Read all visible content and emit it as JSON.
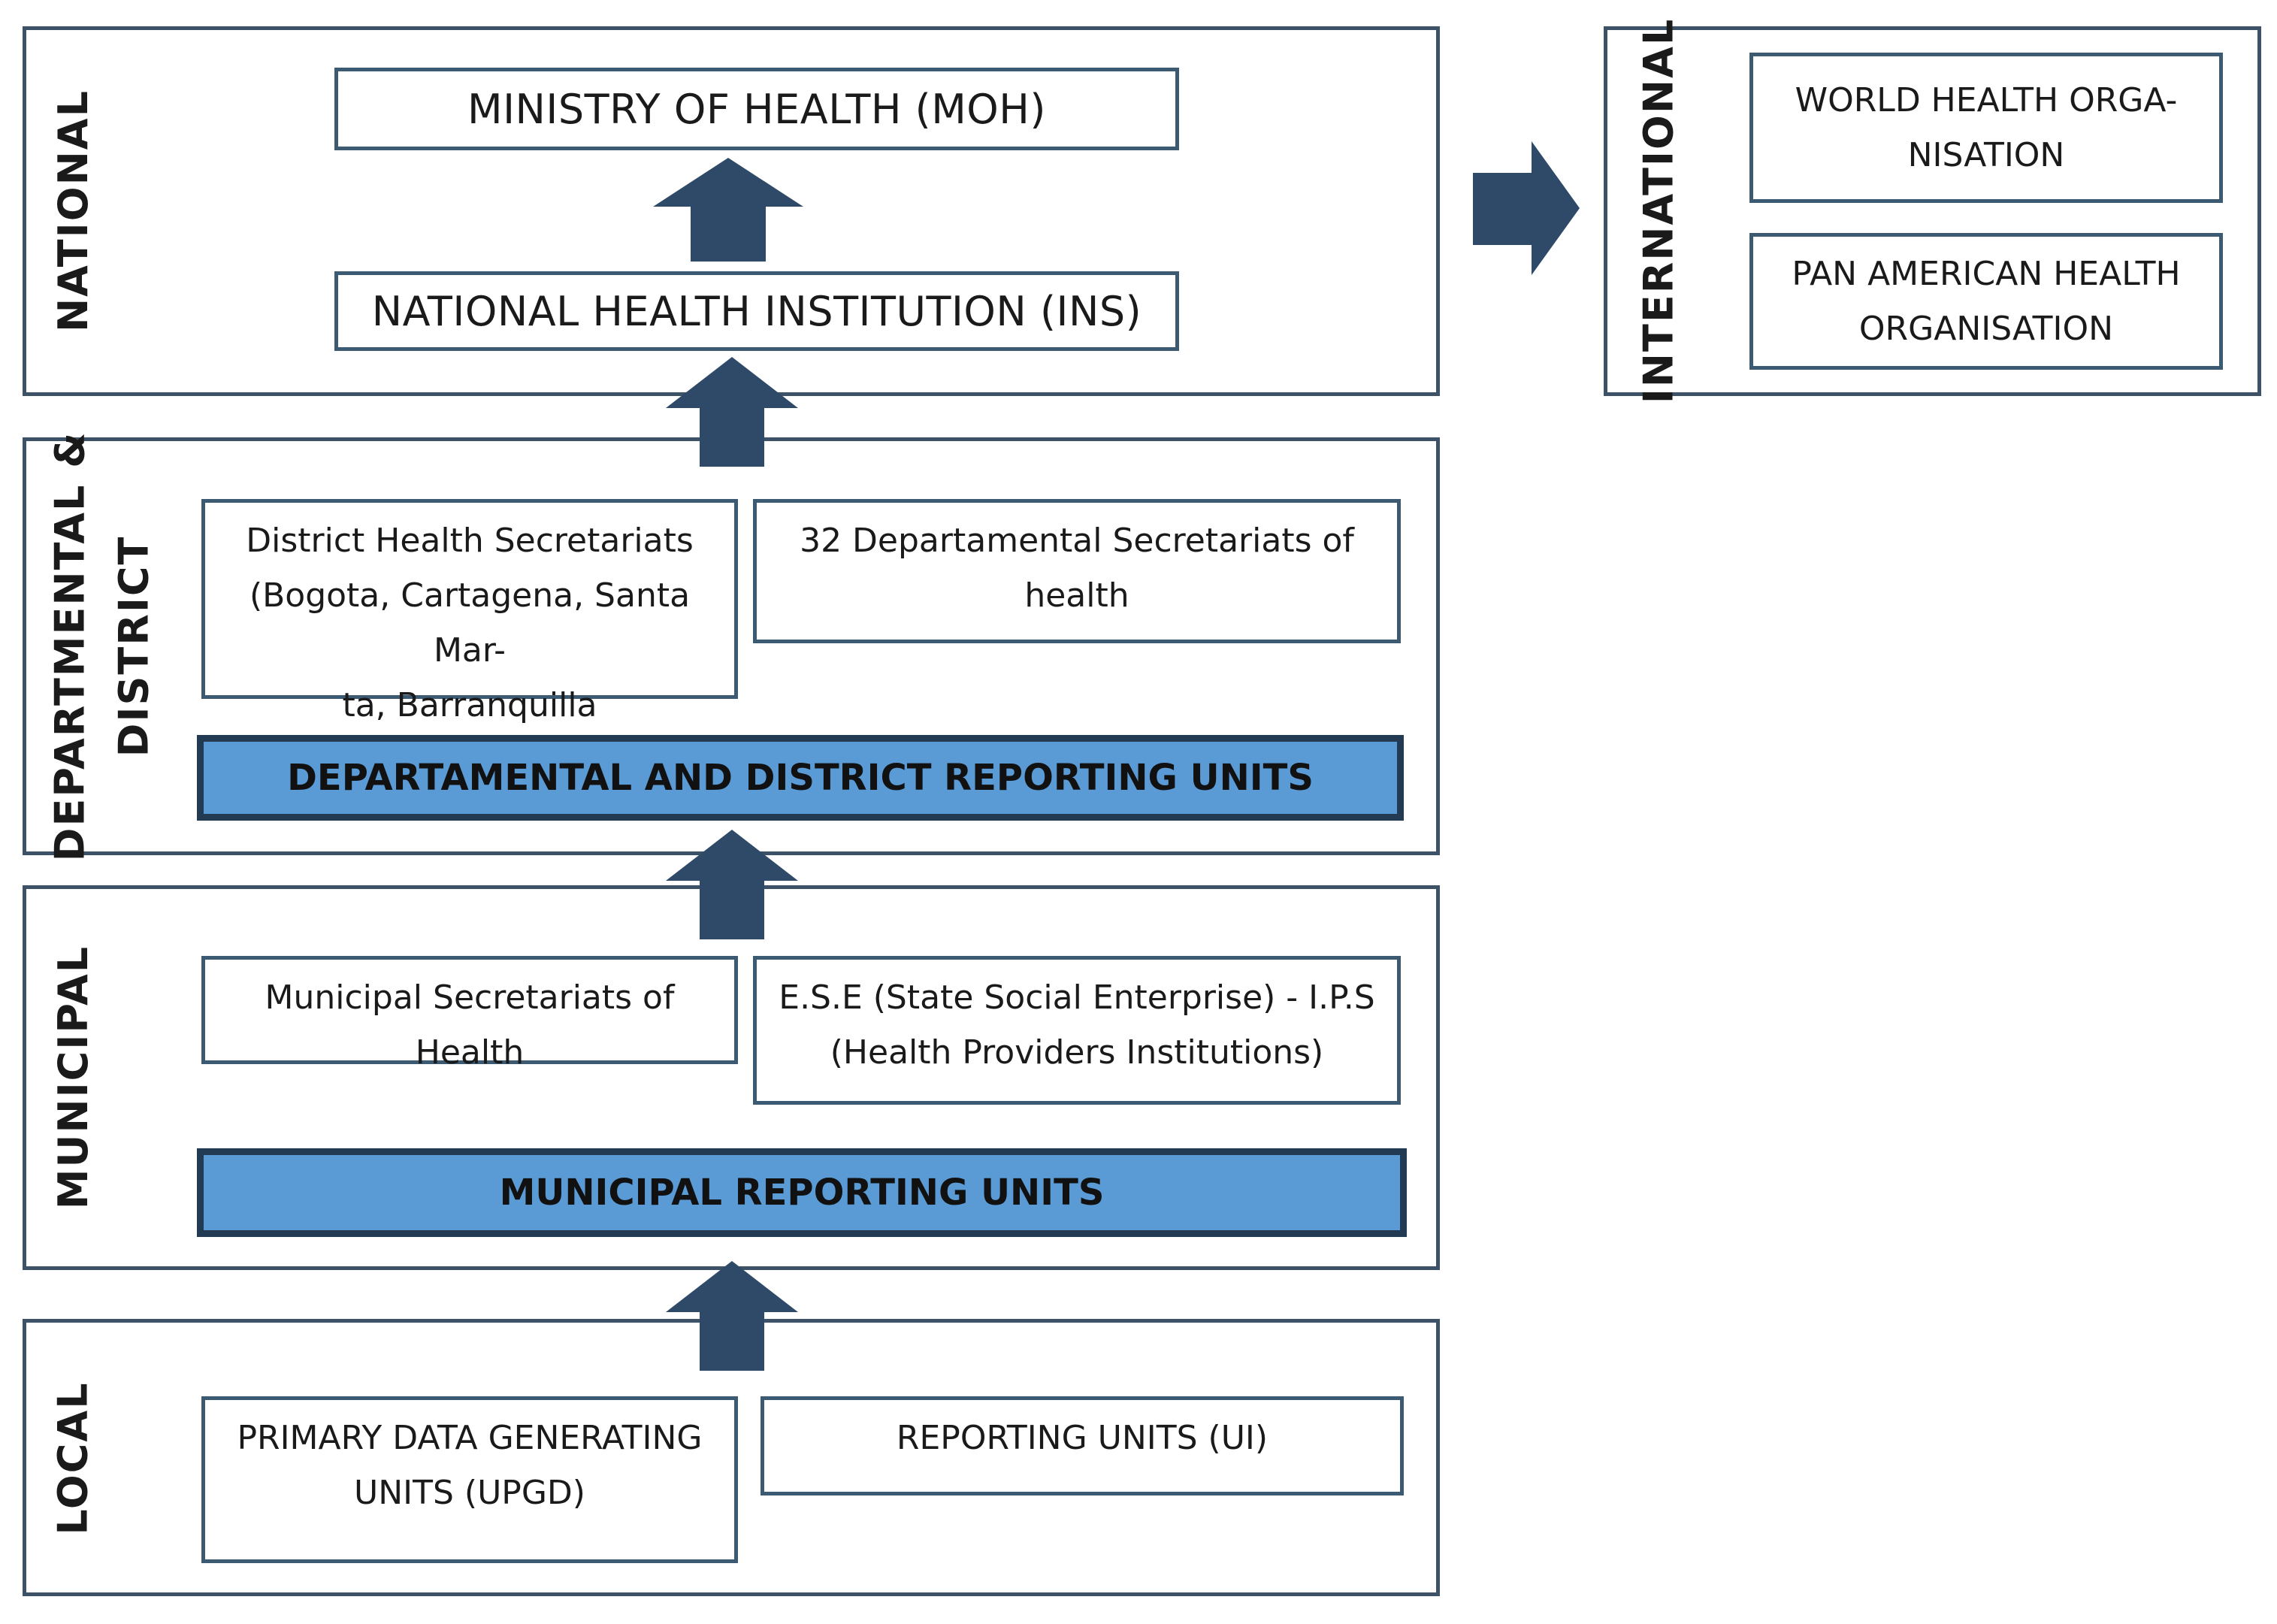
{
  "national": {
    "label": "NATIONAL",
    "moh": "MINISTRY OF HEALTH (MOH)",
    "ins": "NATIONAL HEALTH INSTITUTION (INS)"
  },
  "international": {
    "label": "INTERNATIONAL",
    "who": "WORLD HEALTH ORGA-\nNISATION",
    "paho": "PAN AMERICAN HEALTH\nORGANISATION"
  },
  "departmental": {
    "label": "DEPARTMENTAL &\nDISTRICT",
    "district_secretariats": "District Health Secretariats\n(Bogota, Cartagena, Santa Mar-\nta, Barranquilla",
    "departmental_secretariats": "32 Departamental Secretariats of\nhealth",
    "reporting_units": "DEPARTAMENTAL AND DISTRICT REPORTING UNITS"
  },
  "municipal": {
    "label": "MUNICIPAL",
    "secretariats": "Municipal Secretariats of Health",
    "ese_ips": "E.S.E (State Social Enterprise) - I.P.S\n(Health Providers Institutions)",
    "reporting_units": "MUNICIPAL REPORTING UNITS"
  },
  "local": {
    "label": "LOCAL",
    "upgd": "PRIMARY DATA GENERATING\nUNITS (UPGD)",
    "ui": "REPORTING UNITS (UI)"
  },
  "colors": {
    "arrow": "#2e4a68",
    "band_fill": "#5b9bd5",
    "band_border": "#223a52",
    "box_border": "#3d5a73"
  }
}
